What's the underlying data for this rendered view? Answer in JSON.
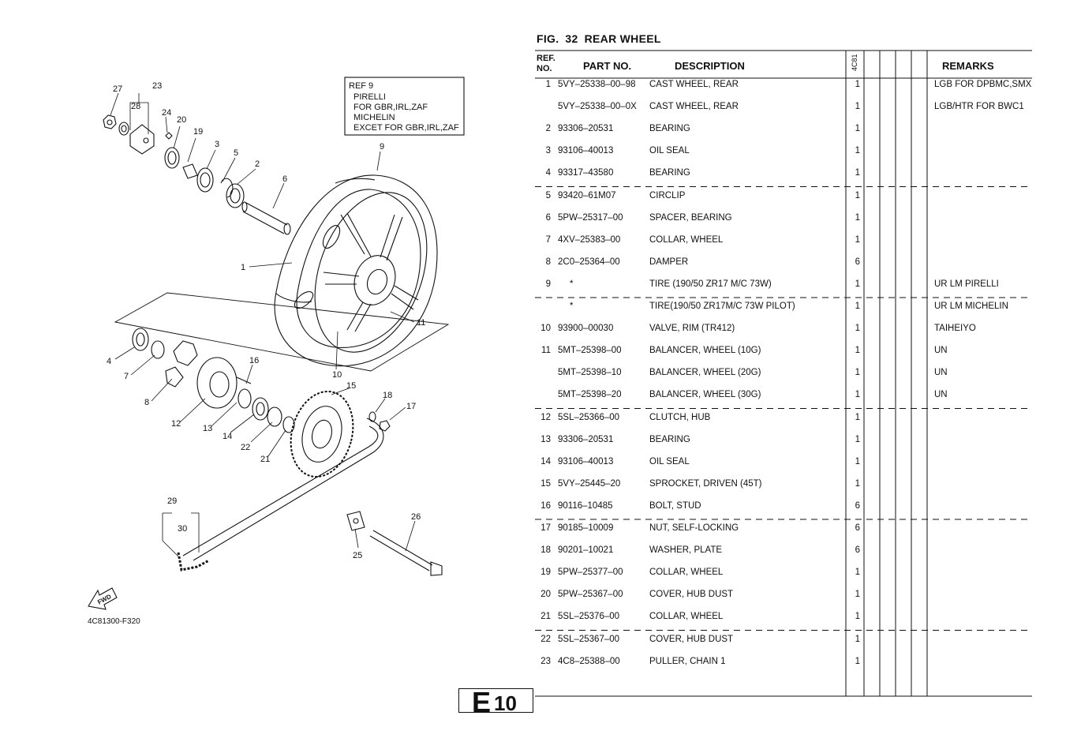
{
  "figure": {
    "label": "FIG.",
    "number": "32",
    "title": "REAR WHEEL"
  },
  "table_headers": {
    "ref_no": "REF.\nNO.",
    "part_no": "PART NO.",
    "description": "DESCRIPTION",
    "model": "4C81",
    "remarks": "REMARKS"
  },
  "rows": [
    {
      "ref": "1",
      "part": "5VY–25338–00–98",
      "desc": "CAST WHEEL, REAR",
      "qty": "1",
      "remarks": "LGB FOR DPBMC,SMX"
    },
    {
      "ref": "",
      "part": "5VY–25338–00–0X",
      "desc": "CAST WHEEL, REAR",
      "qty": "1",
      "remarks": "LGB/HTR FOR BWC1"
    },
    {
      "ref": "2",
      "part": "93306–20531",
      "desc": "BEARING",
      "qty": "1",
      "remarks": ""
    },
    {
      "ref": "3",
      "part": "93106–40013",
      "desc": "OIL SEAL",
      "qty": "1",
      "remarks": ""
    },
    {
      "ref": "4",
      "part": "93317–43580",
      "desc": "BEARING",
      "qty": "1",
      "remarks": ""
    },
    {
      "ref": "5",
      "part": "93420–61M07",
      "desc": "CIRCLIP",
      "qty": "1",
      "remarks": ""
    },
    {
      "ref": "6",
      "part": "5PW–25317–00",
      "desc": "SPACER, BEARING",
      "qty": "1",
      "remarks": ""
    },
    {
      "ref": "7",
      "part": "4XV–25383–00",
      "desc": "COLLAR, WHEEL",
      "qty": "1",
      "remarks": ""
    },
    {
      "ref": "8",
      "part": "2C0–25364–00",
      "desc": "DAMPER",
      "qty": "6",
      "remarks": ""
    },
    {
      "ref": "9",
      "part": "*",
      "desc": "TIRE (190/50 ZR17 M/C 73W)",
      "qty": "1",
      "remarks": "UR LM PIRELLI"
    },
    {
      "ref": "",
      "part": "*",
      "desc": "TIRE(190/50 ZR17M/C 73W PILOT)",
      "qty": "1",
      "remarks": "UR LM MICHELIN"
    },
    {
      "ref": "10",
      "part": "93900–00030",
      "desc": "VALVE, RIM (TR412)",
      "qty": "1",
      "remarks": "TAIHEIYO"
    },
    {
      "ref": "11",
      "part": "5MT–25398–00",
      "desc": "BALANCER, WHEEL (10G)",
      "qty": "1",
      "remarks": "UN"
    },
    {
      "ref": "",
      "part": "5MT–25398–10",
      "desc": "BALANCER, WHEEL (20G)",
      "qty": "1",
      "remarks": "UN"
    },
    {
      "ref": "",
      "part": "5MT–25398–20",
      "desc": "BALANCER, WHEEL (30G)",
      "qty": "1",
      "remarks": "UN"
    },
    {
      "ref": "12",
      "part": "5SL–25366–00",
      "desc": "CLUTCH, HUB",
      "qty": "1",
      "remarks": ""
    },
    {
      "ref": "13",
      "part": "93306–20531",
      "desc": "BEARING",
      "qty": "1",
      "remarks": ""
    },
    {
      "ref": "14",
      "part": "93106–40013",
      "desc": "OIL SEAL",
      "qty": "1",
      "remarks": ""
    },
    {
      "ref": "15",
      "part": "5VY–25445–20",
      "desc": "SPROCKET, DRIVEN (45T)",
      "qty": "1",
      "remarks": ""
    },
    {
      "ref": "16",
      "part": "90116–10485",
      "desc": "BOLT, STUD",
      "qty": "6",
      "remarks": ""
    },
    {
      "ref": "17",
      "part": "90185–10009",
      "desc": "NUT, SELF-LOCKING",
      "qty": "6",
      "remarks": ""
    },
    {
      "ref": "18",
      "part": "90201–10021",
      "desc": "WASHER, PLATE",
      "qty": "6",
      "remarks": ""
    },
    {
      "ref": "19",
      "part": "5PW–25377–00",
      "desc": "COLLAR, WHEEL",
      "qty": "1",
      "remarks": ""
    },
    {
      "ref": "20",
      "part": "5PW–25367–00",
      "desc": "COVER, HUB DUST",
      "qty": "1",
      "remarks": ""
    },
    {
      "ref": "21",
      "part": "5SL–25376–00",
      "desc": "COLLAR, WHEEL",
      "qty": "1",
      "remarks": ""
    },
    {
      "ref": "22",
      "part": "5SL–25367–00",
      "desc": "COVER, HUB DUST",
      "qty": "1",
      "remarks": ""
    },
    {
      "ref": "23",
      "part": "4C8–25388–00",
      "desc": "PULLER, CHAIN 1",
      "qty": "1",
      "remarks": ""
    }
  ],
  "diagram": {
    "ref_box": [
      "REF 9",
      "PIRELLI",
      "FOR GBR,IRL,ZAF",
      "MICHELIN",
      "EXCET FOR GBR,IRL,ZAF"
    ],
    "callouts": [
      "27",
      "23",
      "28",
      "24",
      "20",
      "19",
      "3",
      "5",
      "2",
      "6",
      "9",
      "1",
      "11",
      "4",
      "7",
      "8",
      "16",
      "10",
      "15",
      "18",
      "17",
      "12",
      "13",
      "14",
      "22",
      "21",
      "29",
      "30",
      "26",
      "25"
    ],
    "fwd_label": "FWD",
    "drawing_code": "4C81300-F320"
  },
  "page_code": {
    "letter": "E",
    "number": "10"
  }
}
